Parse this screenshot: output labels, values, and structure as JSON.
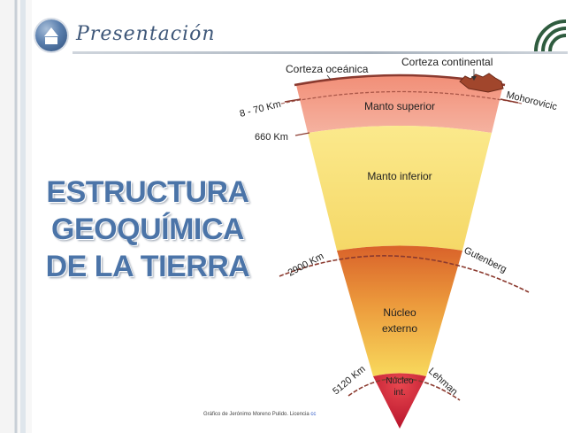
{
  "header": {
    "title": "Presentación",
    "logo_icon": "home-icon",
    "right_icon": "wifi-arc-icon"
  },
  "main_title": {
    "line1": "ESTRUCTURA",
    "line2": "GEOQUÍMICA",
    "line3": "DE LA TIERRA"
  },
  "diagram": {
    "top_labels": {
      "oceanic_crust": "Corteza oceánica",
      "continental_crust": "Corteza continental"
    },
    "depth_labels": {
      "d1": "8 - 70 Km",
      "d2": "660 Km",
      "d3": "2900 Km",
      "d4": "5120 Km"
    },
    "discontinuities": {
      "moho": "Mohorovicic",
      "gutenberg": "Gutenberg",
      "lehman": "Lehman"
    },
    "layers": {
      "upper_mantle": "Manto superior",
      "lower_mantle": "Manto inferior",
      "outer_core_1": "Núcleo",
      "outer_core_2": "externo",
      "inner_core_1": "Núcleo",
      "inner_core_2": "int."
    },
    "colors": {
      "upper_mantle": "#ef9f88",
      "lower_mantle": "#f7e07a",
      "outer_core_top": "#e0722f",
      "outer_core_bottom": "#f6d65a",
      "inner_core": "#d8283c",
      "boundary": "#8b3a2f"
    }
  },
  "credit": {
    "text": "Gráfico de Jerónimo Moreno Pulido. Licencia",
    "cc": "cc"
  }
}
